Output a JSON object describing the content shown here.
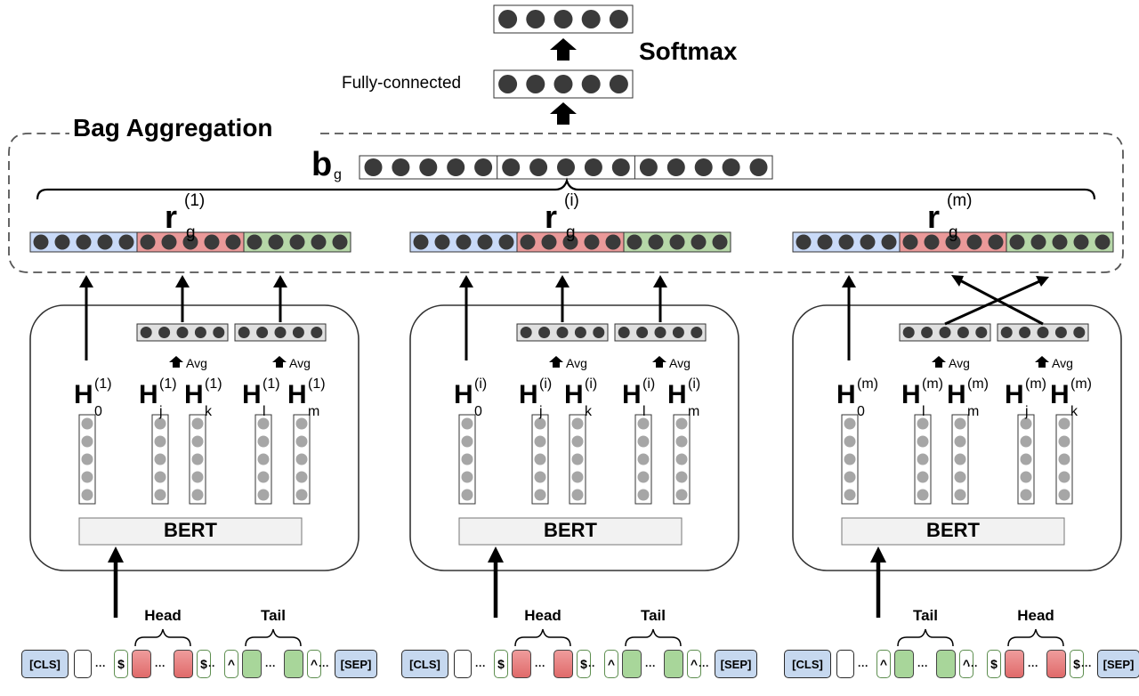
{
  "title_labels": {
    "softmax": "Softmax",
    "fully_connected": "Fully-connected",
    "bag_aggregation": "Bag Aggregation",
    "bag_vector": "b",
    "bag_vector_sub": "g"
  },
  "panels": [
    {
      "r_sup": "(1)",
      "r_sub": "g",
      "h0_sup": "(1)",
      "pair1": {
        "a": "j",
        "b": "k",
        "sup": "(1)"
      },
      "pair2": {
        "a": "l",
        "b": "m",
        "sup": "(1)"
      },
      "crossed": false,
      "bert": "BERT",
      "avg": "Avg",
      "spans": [
        {
          "label": "Head",
          "color": "red",
          "marker": "$"
        },
        {
          "label": "Tail",
          "color": "green",
          "marker": "^"
        }
      ]
    },
    {
      "r_sup": "(i)",
      "r_sub": "g",
      "h0_sup": "(i)",
      "pair1": {
        "a": "j",
        "b": "k",
        "sup": "(i)"
      },
      "pair2": {
        "a": "l",
        "b": "m",
        "sup": "(i)"
      },
      "crossed": false,
      "bert": "BERT",
      "avg": "Avg",
      "spans": [
        {
          "label": "Head",
          "color": "red",
          "marker": "$"
        },
        {
          "label": "Tail",
          "color": "green",
          "marker": "^"
        }
      ]
    },
    {
      "r_sup": "(m)",
      "r_sub": "g",
      "h0_sup": "(m)",
      "pair1": {
        "a": "l",
        "b": "m",
        "sup": "(m)"
      },
      "pair2": {
        "a": "j",
        "b": "k",
        "sup": "(m)"
      },
      "crossed": true,
      "bert": "BERT",
      "avg": "Avg",
      "spans": [
        {
          "label": "Tail",
          "color": "green",
          "marker": "^"
        },
        {
          "label": "Head",
          "color": "red",
          "marker": "$"
        }
      ]
    }
  ],
  "tokens": {
    "cls": "[CLS]",
    "sep": "[SEP]",
    "ellipsis": "···",
    "h_letter": "H",
    "h0_sub": "0",
    "r_letter": "r"
  },
  "colors": {
    "blue": "#c9daf8",
    "red": "#ea9999",
    "green": "#b6d7a8",
    "grey_bar": "#e0e0e0",
    "dark_circle": "#3a3a3a",
    "grey_circle": "#a6a6a6",
    "bert_box": "#f2f2f2"
  }
}
